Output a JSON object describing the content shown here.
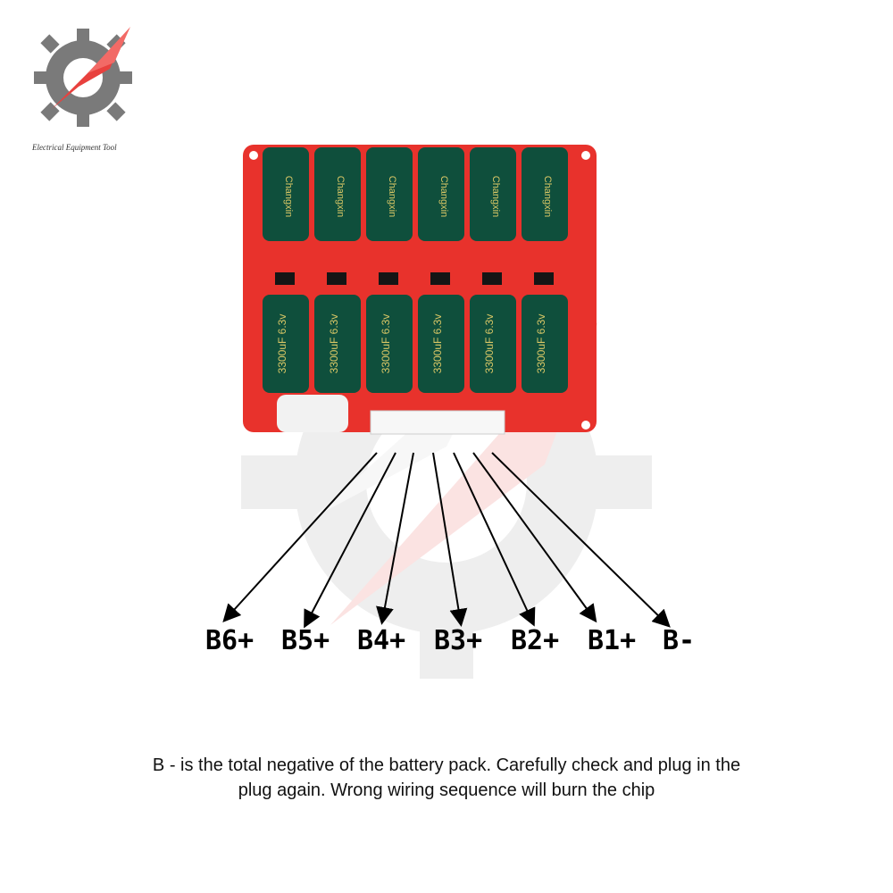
{
  "brand": {
    "caption": "Electrical Equipment Tool",
    "colors": {
      "red": "#e8413e",
      "gray": "#7a7a7a"
    }
  },
  "board": {
    "color": "#e8322c",
    "capacitor_color": "#0f4f3c",
    "top_capacitor_text": "Changxin",
    "bottom_capacitor_text": "3300uF 6.3v"
  },
  "pins": [
    "B6+",
    "B5+",
    "B4+",
    "B3+",
    "B2+",
    "B1+",
    "B-"
  ],
  "note": {
    "line1": "B - is the total negative of the battery pack. Carefully check and plug in the",
    "line2": "plug again. Wrong wiring sequence will burn the chip"
  }
}
